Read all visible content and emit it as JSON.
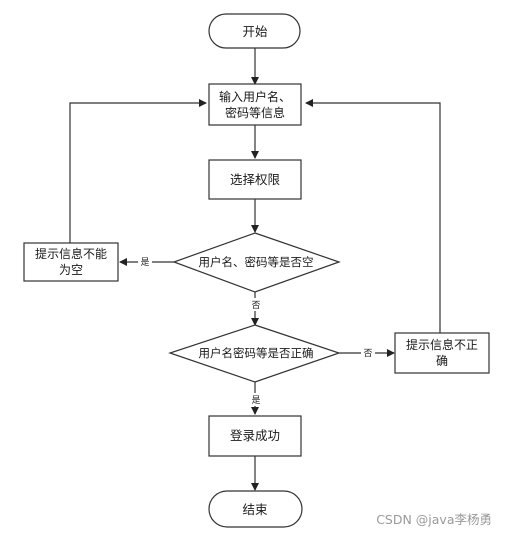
{
  "nodes": {
    "start": "开始",
    "input": [
      "输入用户名、",
      "密码等信息"
    ],
    "select_permission": "选择权限",
    "check_empty": "用户名、密码等是否空",
    "prompt_empty": [
      "提示信息不能",
      "为空"
    ],
    "check_correct": "用户名密码等是否正确",
    "prompt_incorrect": [
      "提示信息不正",
      "确"
    ],
    "login_success": "登录成功",
    "end": "结束"
  },
  "edges": {
    "yes_1": "是",
    "no_1": "否",
    "no_2": "否",
    "yes_2": "是"
  },
  "watermark": "CSDN @java李杨勇"
}
